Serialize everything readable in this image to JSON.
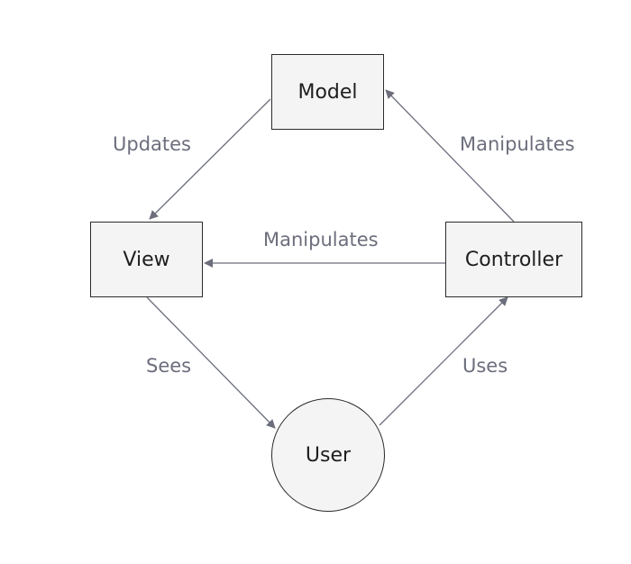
{
  "nodes": {
    "model": {
      "label": "Model"
    },
    "view": {
      "label": "View"
    },
    "controller": {
      "label": "Controller"
    },
    "user": {
      "label": "User"
    }
  },
  "edges": {
    "model_view": {
      "label": "Updates"
    },
    "controller_model": {
      "label": "Manipulates"
    },
    "controller_view": {
      "label": "Manipulates"
    },
    "view_user": {
      "label": "Sees"
    },
    "user_controller": {
      "label": "Uses"
    }
  },
  "colors": {
    "edge": "#6c6e7c",
    "node_fill": "#f4f4f4",
    "node_border": "#2b2b2b"
  }
}
